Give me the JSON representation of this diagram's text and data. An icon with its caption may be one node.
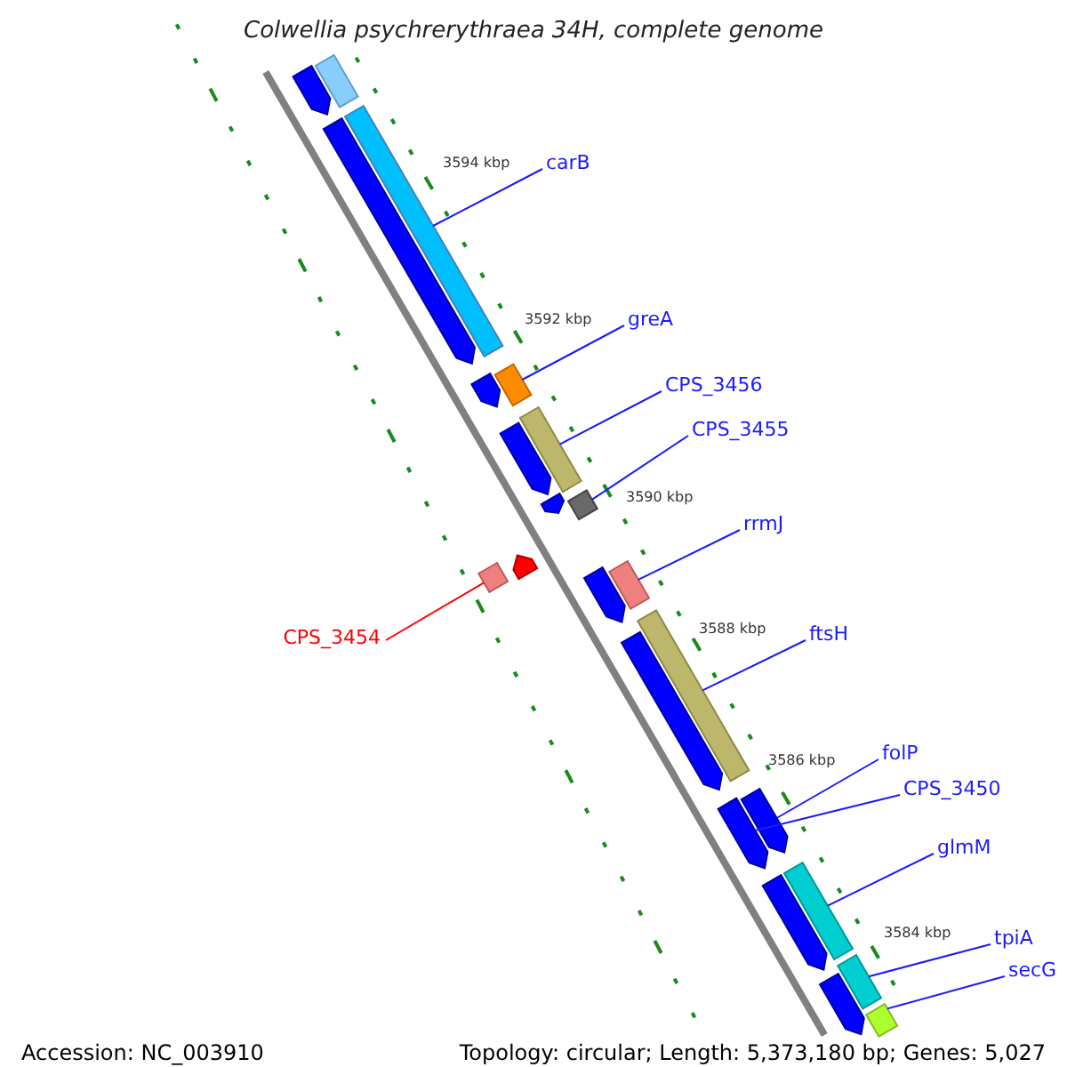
{
  "diagram": {
    "title": "Colwellia psychrerythraea 34H, complete genome",
    "nodes": [
      {
        "text": [
          "carB"
        ]
      },
      {
        "text": [
          "greA"
        ]
      },
      {
        "text": [
          "CPS_3456"
        ]
      },
      {
        "text": [
          "CPS_3455"
        ]
      },
      {
        "text": [
          "rrmJ"
        ]
      },
      {
        "text": [
          "CPS_3454"
        ]
      },
      {
        "text": [
          "ftsH"
        ]
      },
      {
        "text": [
          "folP"
        ]
      },
      {
        "text": [
          "CPS_3450"
        ]
      },
      {
        "text": [
          "glmM"
        ]
      },
      {
        "text": [
          "tpiA"
        ]
      },
      {
        "text": [
          "secG"
        ]
      },
      {
        "text": [],
        "shape": "bar"
      },
      {
        "text": [],
        "shape": "bar"
      },
      {
        "text": [],
        "shape": "bar"
      },
      {
        "text": [],
        "shape": "bar"
      },
      {
        "text": [],
        "shape": "bar"
      },
      {
        "text": [],
        "shape": "bar"
      },
      {
        "text": [],
        "shape": "bar"
      },
      {
        "text": [],
        "shape": "arrow"
      },
      {
        "text": [],
        "shape": "arrow"
      },
      {
        "text": [],
        "shape": "bar"
      },
      {
        "text": [],
        "shape": "bar"
      },
      {
        "text": [],
        "shape": "bar"
      },
      {
        "text": [],
        "shape": "arrow"
      },
      {
        "text": [],
        "shape": "bar"
      },
      {
        "text": [],
        "shape": "arrow"
      },
      {
        "text": [],
        "shape": "arrow"
      },
      {
        "text": [],
        "shape": "arrow"
      },
      {
        "text": [],
        "shape": "arrow"
      },
      {
        "text": [],
        "shape": "arrow"
      },
      {
        "text": [],
        "shape": "arrow"
      },
      {
        "text": [],
        "shape": "arrow"
      },
      {
        "text": [],
        "shape": "arrow"
      },
      {
        "text": [],
        "shape": "arrow"
      }
    ],
    "edges": [
      {
        "from": 0,
        "to": 12,
        "arrow": "none"
      },
      {
        "from": 1,
        "to": 13,
        "arrow": "none"
      },
      {
        "from": 2,
        "to": 14,
        "arrow": "none"
      },
      {
        "from": 3,
        "to": 15,
        "arrow": "none"
      },
      {
        "from": 4,
        "to": 16,
        "arrow": "none"
      },
      {
        "from": 5,
        "to": 17,
        "arrow": "none",
        "color": "#ff0000"
      },
      {
        "from": 6,
        "to": 18,
        "arrow": "none"
      },
      {
        "from": 7,
        "to": 19,
        "arrow": "none"
      },
      {
        "from": 8,
        "to": 20,
        "arrow": "none"
      },
      {
        "from": 9,
        "to": 21,
        "arrow": "none"
      },
      {
        "from": 10,
        "to": 22,
        "arrow": "none"
      },
      {
        "from": 11,
        "to": 23,
        "arrow": "none"
      }
    ],
    "labels": [
      "3594 kbp",
      "3592 kbp",
      "3590 kbp",
      "3588 kbp",
      "3586 kbp",
      "3584 kbp",
      "Accession: NC_003910",
      "Topology: circular; Length: 5,373,180 bp; Genes: 5,027"
    ]
  }
}
